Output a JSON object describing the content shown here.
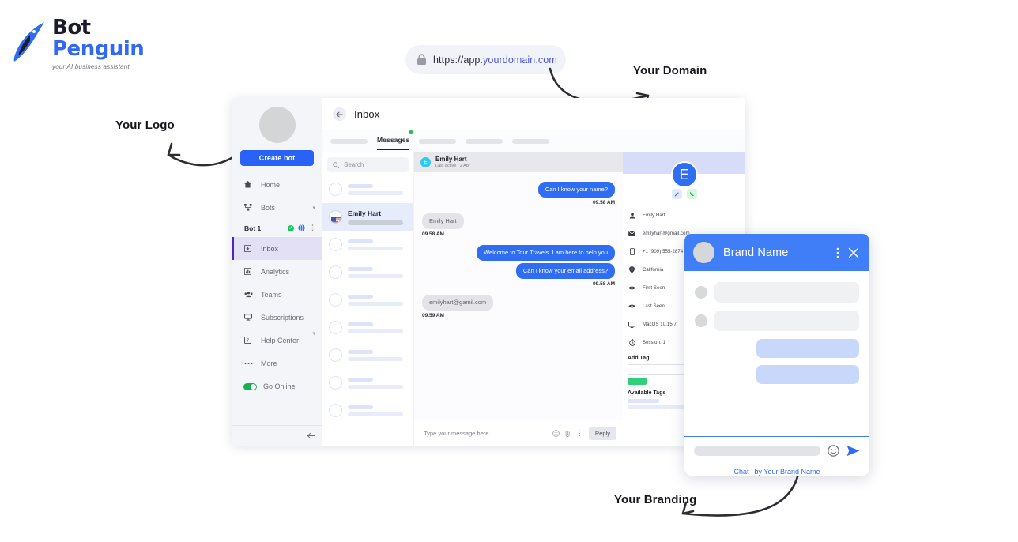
{
  "logo": {
    "line1": "Bot",
    "line2": "Penguin",
    "tagline": "your AI business assistant"
  },
  "url_bar": {
    "lock_icon": "lock-icon",
    "prefix": "https://app.",
    "domain": "yourdomain.com"
  },
  "annotations": {
    "logo": "Your Logo",
    "domain": "Your Domain",
    "branding": "Your Branding"
  },
  "app": {
    "sidebar": {
      "create_bot_label": "Create bot",
      "items": [
        {
          "label": "Home",
          "icon": "home-icon",
          "active": false,
          "chevron": false
        },
        {
          "label": "Bots",
          "icon": "bots-icon",
          "active": false,
          "chevron": true
        },
        {
          "label": "Inbox",
          "icon": "inbox-icon",
          "active": true,
          "chevron": false
        },
        {
          "label": "Analytics",
          "icon": "analytics-icon",
          "active": false,
          "chevron": false
        },
        {
          "label": "Teams",
          "icon": "teams-icon",
          "active": false,
          "chevron": false
        },
        {
          "label": "Subscriptions",
          "icon": "subscriptions-icon",
          "active": false,
          "chevron": false
        },
        {
          "label": "Help Center",
          "icon": "help-center-icon",
          "active": false,
          "chevron": true
        },
        {
          "label": "More",
          "icon": "more-icon",
          "active": false,
          "chevron": false
        }
      ],
      "bot_row": {
        "name": "Bot 1",
        "status_icon": "green-check-icon",
        "globe_icon": "globe-icon",
        "menu_icon": "kebab-menu-icon"
      },
      "go_online": {
        "label": "Go Online",
        "state": "on",
        "color": "#19b14f"
      },
      "collapse_icon": "collapse-left-icon"
    },
    "header": {
      "back_icon": "back-arrow-icon",
      "title": "Inbox"
    },
    "tabs": {
      "active_label": "Messages",
      "placeholder_count_before": 1,
      "placeholder_count_after": 3
    },
    "search": {
      "icon": "search-icon",
      "placeholder": "Search"
    },
    "conversations": {
      "selected_name": "Emily Hart",
      "placeholder_rows_before": 1,
      "placeholder_rows_after": 6
    },
    "chat_header": {
      "avatar_letter": "E",
      "name": "Emily Hart",
      "subtitle": "Last active . 2 Apr"
    },
    "messages": [
      {
        "side": "out",
        "text": "Can I know your name?",
        "time": "09.58 AM"
      },
      {
        "side": "in",
        "text": "Emily Hart",
        "time": "09.58 AM"
      },
      {
        "side": "out",
        "text": "Welcome to Tour Travels. I am here to help you",
        "time": ""
      },
      {
        "side": "out",
        "text": "Can I know your email address?",
        "time": "09.58 AM"
      },
      {
        "side": "in",
        "text": "emilyhart@gamil.com",
        "time": "09.59 AM"
      }
    ],
    "composer": {
      "placeholder": "Type your message here",
      "emoji_icon": "emoji-icon",
      "attach_icon": "attachment-icon",
      "menu_icon": "kebab-menu-icon",
      "reply_label": "Reply"
    },
    "contact": {
      "avatar_letter": "E",
      "edit_icon": "edit-pencil-icon",
      "call_icon": "phone-icon",
      "details": [
        {
          "icon": "person-icon",
          "text": "Emily Hart"
        },
        {
          "icon": "email-icon",
          "text": "emilyhart@gmail.com"
        },
        {
          "icon": "phone-device-icon",
          "text": "+1 (909) 555-2874"
        },
        {
          "icon": "location-pin-icon",
          "text": "California"
        },
        {
          "icon": "eye-icon",
          "text": "First Seen"
        },
        {
          "icon": "eye-icon",
          "text": "Last Seen"
        },
        {
          "icon": "monitor-icon",
          "text": "MacOS 10.15.7"
        },
        {
          "icon": "timer-icon",
          "text": "Session: 1"
        }
      ],
      "add_tag_label": "Add Tag",
      "add_tag_value": "",
      "save_tag_color": "#2fd07a",
      "available_tags_label": "Available Tags"
    }
  },
  "widget": {
    "title": "Brand Name",
    "menu_icon": "kebab-menu-icon",
    "close_icon": "close-icon",
    "emoji_icon": "emoji-icon",
    "send_icon": "send-icon",
    "footer_chat": "Chat",
    "footer_brand": "by Your Brand Name"
  }
}
